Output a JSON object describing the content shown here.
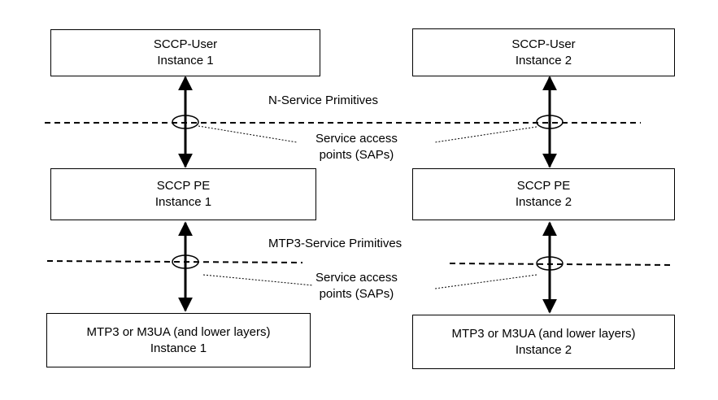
{
  "left_stack": {
    "user_box": {
      "title": "SCCP-User",
      "instance": "Instance 1"
    },
    "pe_box": {
      "title": "SCCP PE",
      "instance": "Instance 1"
    },
    "mtp_box": {
      "title": "MTP3 or M3UA (and lower layers)",
      "instance": "Instance 1"
    }
  },
  "right_stack": {
    "user_box": {
      "title": "SCCP-User",
      "instance": "Instance 2"
    },
    "pe_box": {
      "title": "SCCP PE",
      "instance": "Instance 2"
    },
    "mtp_box": {
      "title": "MTP3 or M3UA (and lower layers)",
      "instance": "Instance 2"
    }
  },
  "labels": {
    "n_service_primitives": "N-Service Primitives",
    "mtp3_service_primitives": "MTP3-Service Primitives",
    "sap_upper": {
      "line1": "Service access",
      "line2": "points (SAPs)"
    },
    "sap_lower": {
      "line1": "Service access",
      "line2": "points (SAPs)"
    }
  }
}
